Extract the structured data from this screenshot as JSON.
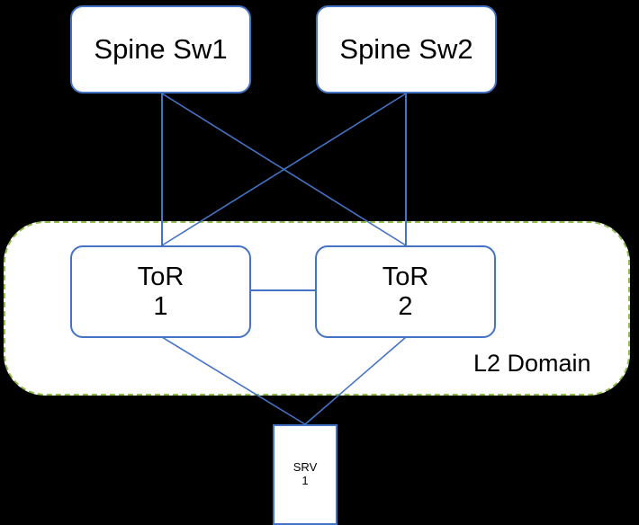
{
  "diagram": {
    "title": "Spine-Leaf network topology with L2 domain",
    "background_color": "#000000",
    "node_border_color": "#4472C4",
    "node_fill_color": "#FFFFFF",
    "link_color": "#4472C4",
    "domain_border_color": "#8FBC4B",
    "text_color": "#000000"
  },
  "domain": {
    "label": "L2 Domain",
    "border_style": "dashed",
    "shape": "rounded-rectangle"
  },
  "nodes": {
    "spine1": {
      "label": "Spine Sw1",
      "lines": [
        "Spine Sw1"
      ],
      "shape": "rounded-rectangle"
    },
    "spine2": {
      "label": "Spine Sw2",
      "lines": [
        "Spine Sw2"
      ],
      "shape": "rounded-rectangle"
    },
    "tor1": {
      "label": "ToR 1",
      "lines": [
        "ToR",
        "1"
      ],
      "shape": "rounded-rectangle"
    },
    "tor2": {
      "label": "ToR 2",
      "lines": [
        "ToR",
        "2"
      ],
      "shape": "rounded-rectangle"
    },
    "srv1": {
      "label": "SRV 1",
      "lines": [
        "SRV",
        "1"
      ],
      "shape": "rectangle"
    }
  },
  "links": [
    {
      "name": "spine1-tor1",
      "from": "spine1",
      "to": "tor1",
      "type": "straight"
    },
    {
      "name": "spine1-tor2",
      "from": "spine1",
      "to": "tor2",
      "type": "diagonal"
    },
    {
      "name": "spine2-tor1",
      "from": "spine2",
      "to": "tor1",
      "type": "diagonal"
    },
    {
      "name": "spine2-tor2",
      "from": "spine2",
      "to": "tor2",
      "type": "straight"
    },
    {
      "name": "tor1-tor2",
      "from": "tor1",
      "to": "tor2",
      "type": "horizontal"
    },
    {
      "name": "tor1-srv1",
      "from": "tor1",
      "to": "srv1",
      "type": "diagonal"
    },
    {
      "name": "tor2-srv1",
      "from": "tor2",
      "to": "srv1",
      "type": "diagonal"
    }
  ]
}
